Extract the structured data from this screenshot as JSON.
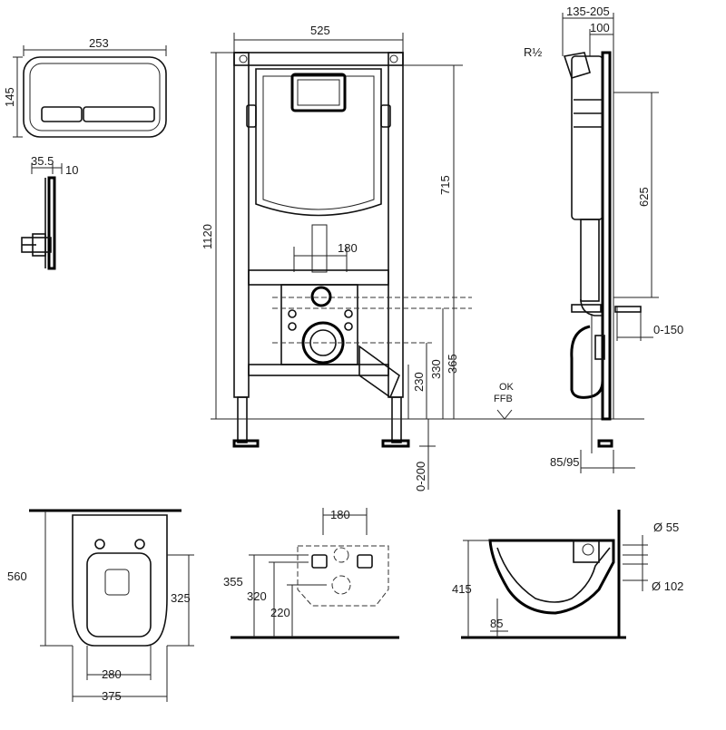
{
  "plate": {
    "width": "253",
    "height": "145",
    "depth1": "35.5",
    "depth2": "10"
  },
  "frame": {
    "width": "525",
    "height": "1120",
    "h715": "715",
    "w180": "180",
    "h365": "365",
    "h330": "330",
    "h230": "230",
    "adj": "0-200",
    "floor_ok": "OK",
    "floor_ffb": "FFB"
  },
  "side": {
    "depth_range": "135-205",
    "depth": "100",
    "thread": "R½",
    "h625": "625",
    "offset": "0-150",
    "foot": "85/95"
  },
  "bowl": {
    "length": "560",
    "h325": "325",
    "w280": "280",
    "w375": "375",
    "w180": "180",
    "h355": "355",
    "h320": "320",
    "h220": "220",
    "h415": "415",
    "d55": "Ø 55",
    "d102": "Ø 102",
    "w85": "85"
  }
}
